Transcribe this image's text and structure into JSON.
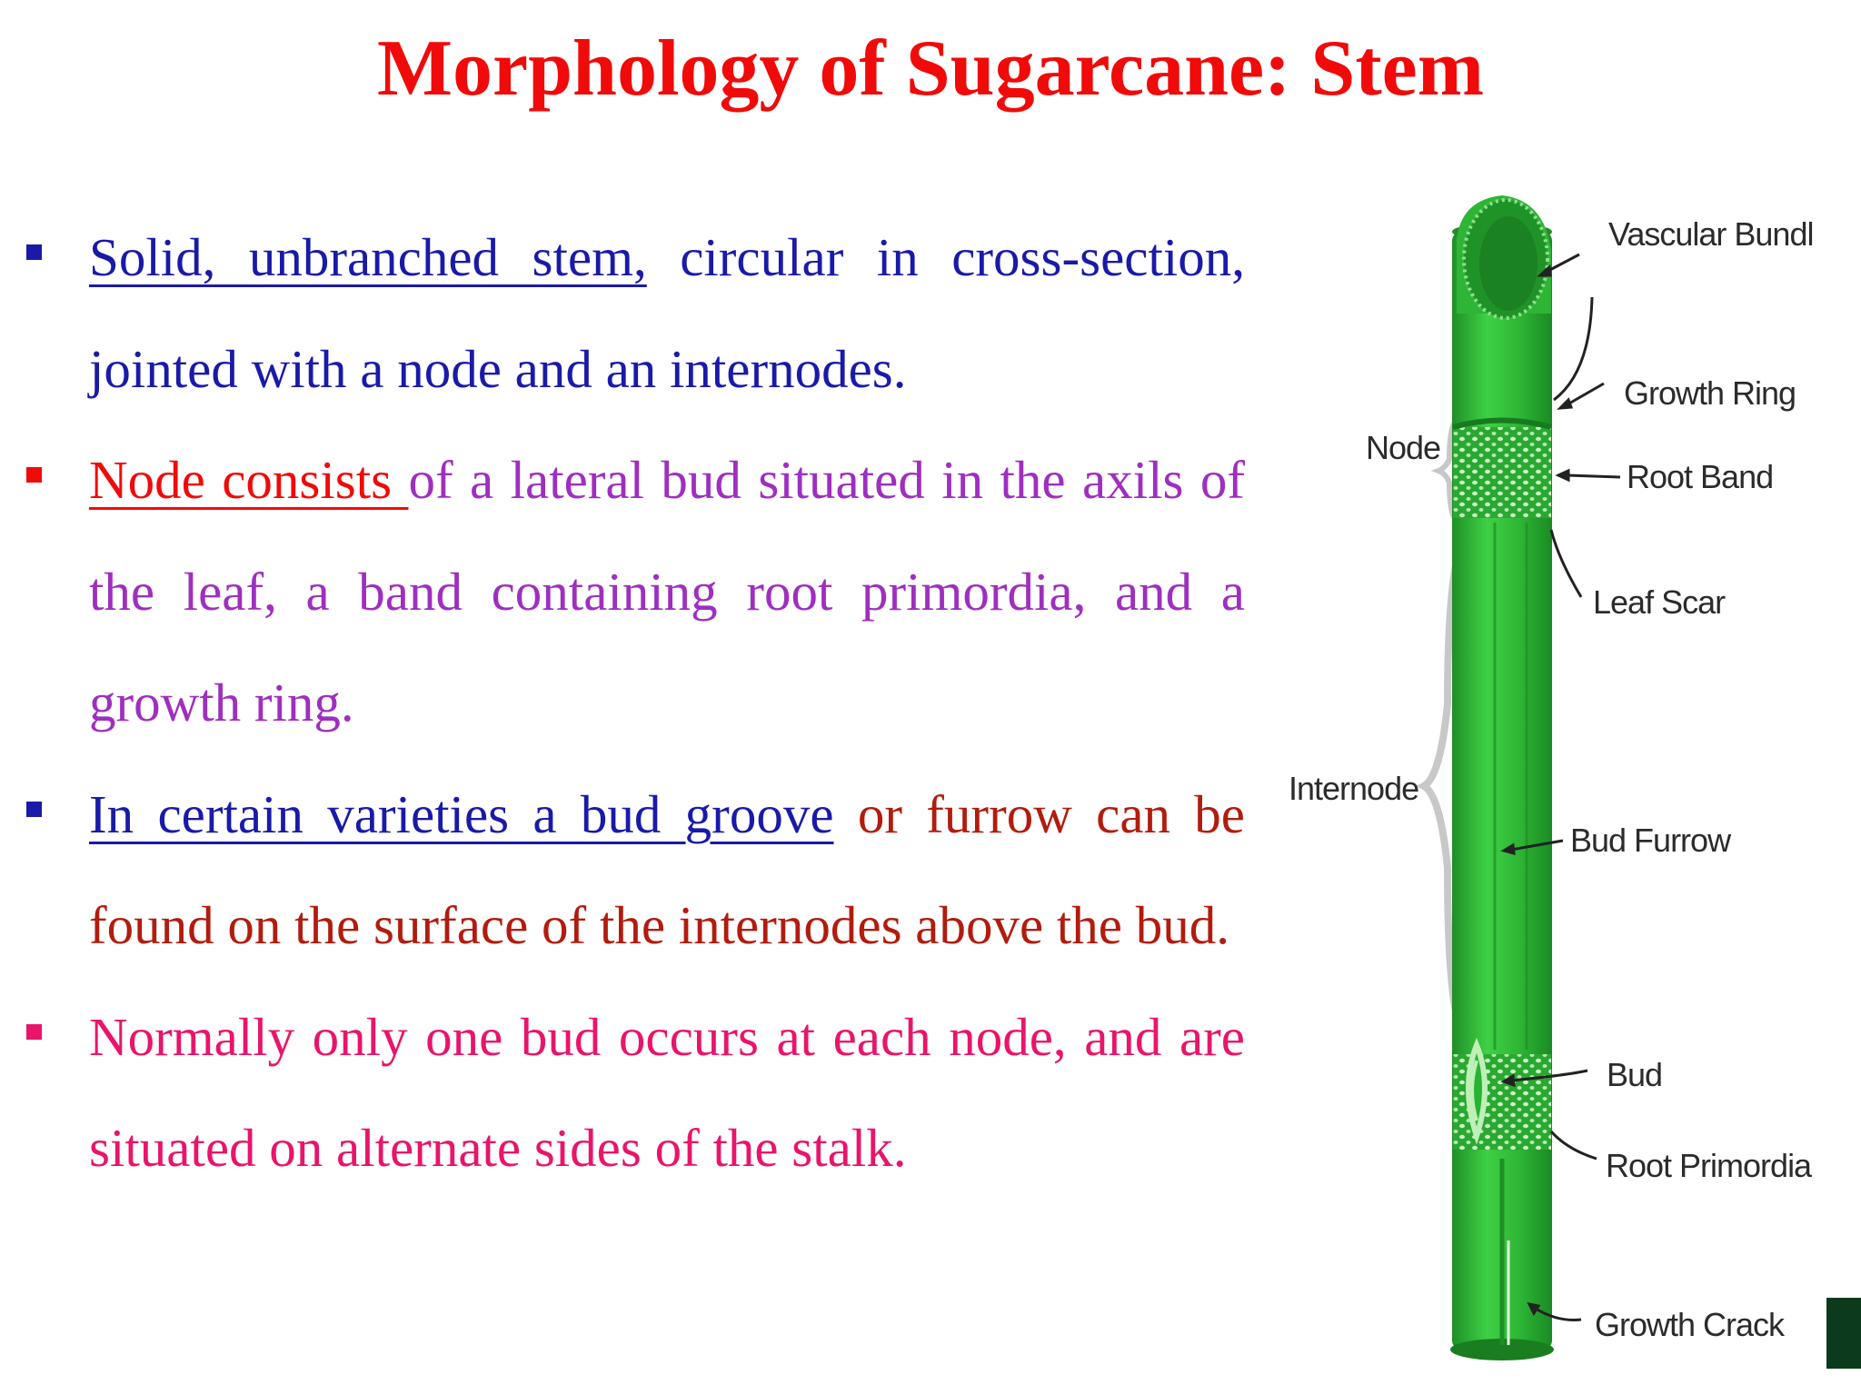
{
  "title": "Morphology of Sugarcane: Stem",
  "bullets": [
    {
      "underlined": "Solid, unbranched stem,",
      "rest": " circular in cross-section, jointed with a node and an internodes."
    },
    {
      "underlined": "Node consists ",
      "rest": "of a lateral bud situated in the axils of the leaf, a band containing root primordia, and a growth ring."
    },
    {
      "underlined": "In certain varieties a bud groove",
      "rest": " or furrow can be found on the surface of the internodes above the bud."
    },
    {
      "text": "Normally only one bud occurs at each node, and are situated on alternate sides of the stalk."
    }
  ],
  "diagram": {
    "labels": {
      "vascular_bundles": "Vascular Bundles",
      "growth_ring": "Growth Ring",
      "root_band": "Root Band",
      "leaf_scar": "Leaf Scar",
      "node": "Node",
      "internode": "Internode",
      "bud_furrow": "Bud Furrow",
      "bud": "Bud",
      "root_primordia": "Root Primordia",
      "growth_crack": "Growth Crack"
    }
  },
  "colors": {
    "title": "#f00a0a",
    "bullet1": "#1a1aa8",
    "bullet2": "#9e2fbf",
    "bullet3": "#b11c0e",
    "bullet4": "#e8156a",
    "stem": "#2fb536"
  }
}
